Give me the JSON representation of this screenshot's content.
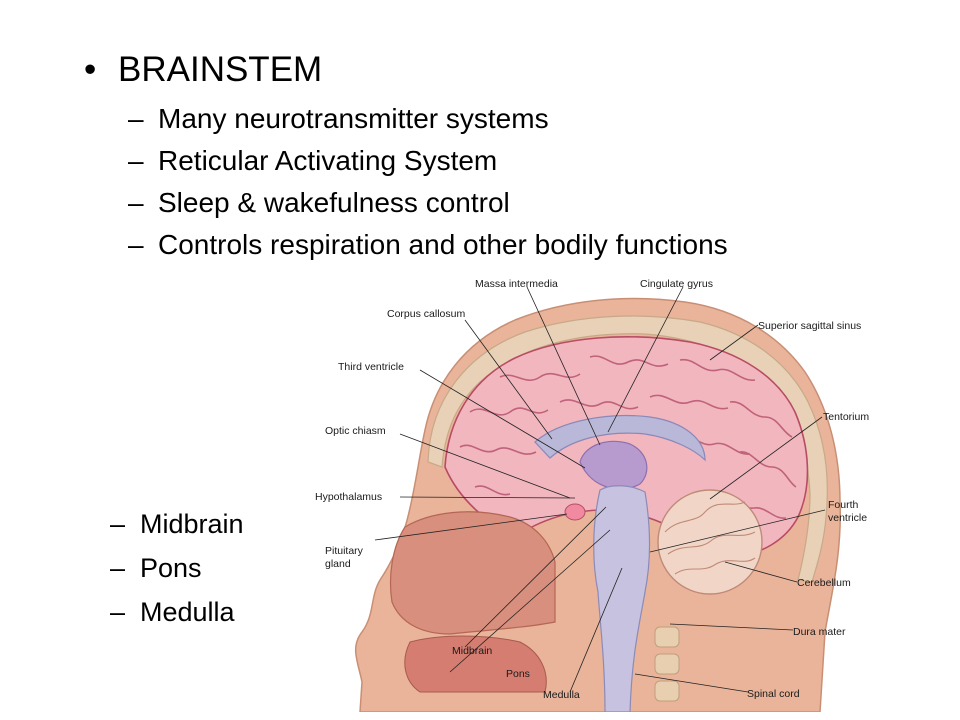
{
  "slide": {
    "heading": "BRAINSTEM",
    "bullets": [
      "Many neurotransmitter systems",
      "Reticular Activating System",
      "Sleep & wakefulness control",
      "Controls respiration and other bodily functions"
    ],
    "parts": [
      "Midbrain",
      "Pons",
      "Medulla"
    ]
  },
  "figure": {
    "labels": {
      "massa_intermedia": "Massa intermedia",
      "cingulate_gyrus": "Cingulate gyrus",
      "corpus_callosum": "Corpus callosum",
      "superior_sagittal_sinus": "Superior sagittal sinus",
      "third_ventricle": "Third ventricle",
      "tentorium": "Tentorium",
      "optic_chiasm": "Optic chiasm",
      "hypothalamus": "Hypothalamus",
      "fourth_ventricle_1": "Fourth",
      "fourth_ventricle_2": "ventricle",
      "pituitary_1": "Pituitary",
      "pituitary_2": "gland",
      "cerebellum": "Cerebellum",
      "dura_mater": "Dura mater",
      "midbrain": "Midbrain",
      "pons": "Pons",
      "medulla": "Medulla",
      "spinal_cord": "Spinal cord"
    }
  }
}
